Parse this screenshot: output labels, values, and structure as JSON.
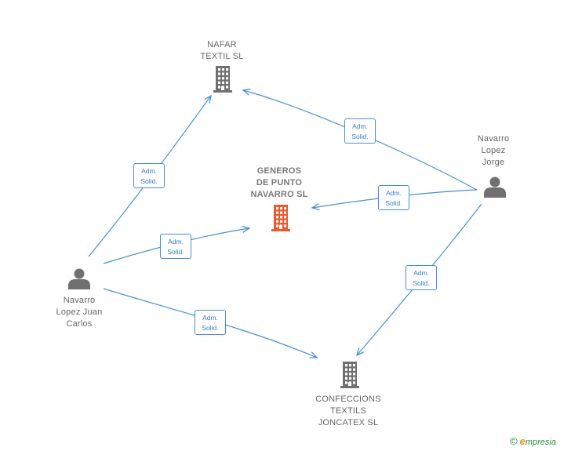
{
  "colors": {
    "edge": "#4a8fd6",
    "company": "#707070",
    "main_company": "#f0582c",
    "person": "#707070"
  },
  "nodes": [
    {
      "id": "nafar",
      "type": "company",
      "label": "NAFAR\nTEXTIL  SL",
      "icon": "building-icon"
    },
    {
      "id": "generos",
      "type": "main_company",
      "label": "GENEROS\nDE PUNTO\nNAVARRO SL",
      "icon": "building-icon"
    },
    {
      "id": "confeccions",
      "type": "company",
      "label": "CONFECCIONS\nTEXTILS\nJONCATEX SL",
      "icon": "building-icon"
    },
    {
      "id": "jorge",
      "type": "person",
      "label": "Navarro\nLopez\nJorge",
      "icon": "person-icon"
    },
    {
      "id": "juancarlos",
      "type": "person",
      "label": "Navarro\nLopez Juan\nCarlos",
      "icon": "person-icon"
    }
  ],
  "edges": [
    {
      "from": "jorge",
      "to": "nafar",
      "label": "Adm.\nSolid."
    },
    {
      "from": "jorge",
      "to": "generos",
      "label": "Adm.\nSolid."
    },
    {
      "from": "jorge",
      "to": "confeccions",
      "label": "Adm.\nSolid."
    },
    {
      "from": "juancarlos",
      "to": "nafar",
      "label": "Adm.\nSolid."
    },
    {
      "from": "juancarlos",
      "to": "generos",
      "label": "Adm.\nSolid."
    },
    {
      "from": "juancarlos",
      "to": "confeccions",
      "label": "Adm.\nSolid."
    }
  ],
  "credit": {
    "copyright": "©",
    "brand_initial": "e",
    "brand_rest": "mpresia"
  }
}
